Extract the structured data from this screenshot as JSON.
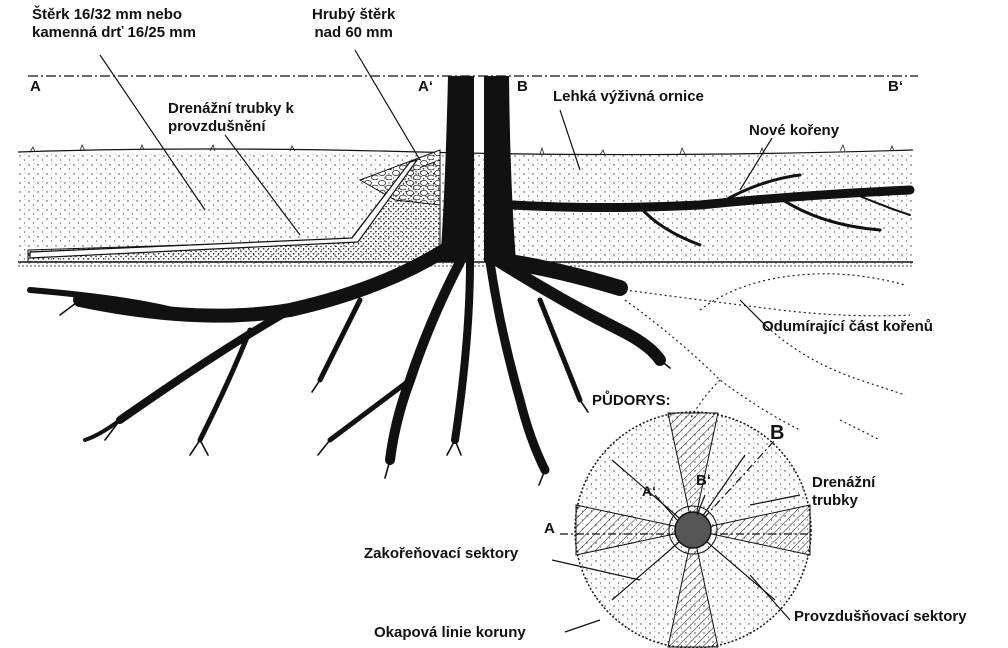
{
  "labels": {
    "gravel_small_line1": "Štěrk 16/32 mm nebo",
    "gravel_small_line2": "kamenná drť 16/25 mm",
    "gravel_coarse_line1": "Hrubý štěrk",
    "gravel_coarse_line2": "nad 60 mm",
    "drain_pipes_line1": "Drenážní trubky k",
    "drain_pipes_line2": "provzdušnění",
    "topsoil": "Lehká výživná ornice",
    "new_roots": "Nové kořeny",
    "dying_roots": "Odumírající část kořenů",
    "section_a": "A",
    "section_a_prime": "A‘",
    "section_b": "B",
    "section_b_prime": "B‘",
    "plan_title": "PŮDORYS:",
    "plan_b": "B",
    "plan_b_prime": "B‘",
    "plan_a_prime": "A‘",
    "plan_a": "A",
    "plan_drain_line1": "Drenážní",
    "plan_drain_line2": "trubky",
    "rooting_sectors": "Zakořeňovací sektory",
    "aeration_sectors": "Provzdušňovací sektory",
    "drip_line": "Okapová linie koruny"
  },
  "colors": {
    "ink": "#111111",
    "paper": "#ffffff"
  }
}
